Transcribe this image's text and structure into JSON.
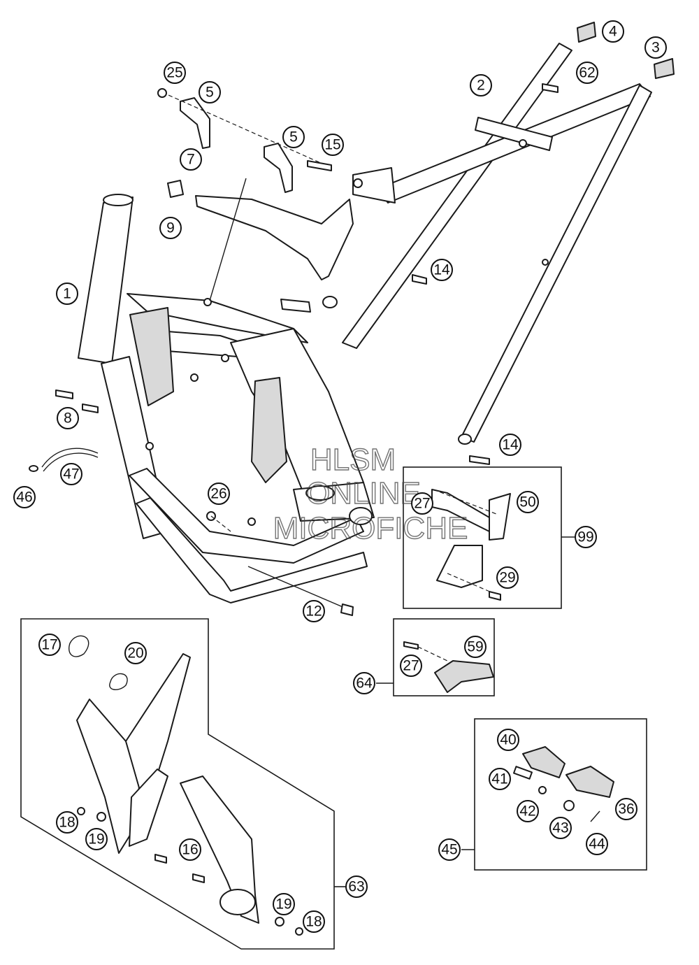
{
  "watermark": {
    "line1": "HLSM",
    "line2": "ONLINE",
    "line3": "MICROFICHE",
    "color": "#444444"
  },
  "callouts": {
    "c1": "1",
    "c2": "2",
    "c3": "3",
    "c4": "4",
    "c5a": "5",
    "c5b": "5",
    "c7": "7",
    "c8": "8",
    "c9": "9",
    "c12": "12",
    "c14a": "14",
    "c14b": "14",
    "c15": "15",
    "c16": "16",
    "c17": "17",
    "c18a": "18",
    "c18b": "18",
    "c19a": "19",
    "c19b": "19",
    "c20": "20",
    "c25": "25",
    "c26": "26",
    "c27a": "27",
    "c27b": "27",
    "c29": "29",
    "c36": "36",
    "c40": "40",
    "c41": "41",
    "c42": "42",
    "c43": "43",
    "c44": "44",
    "c45": "45",
    "c46": "46",
    "c47": "47",
    "c50": "50",
    "c59": "59",
    "c62": "62",
    "c63": "63",
    "c64": "64",
    "c99": "99"
  }
}
